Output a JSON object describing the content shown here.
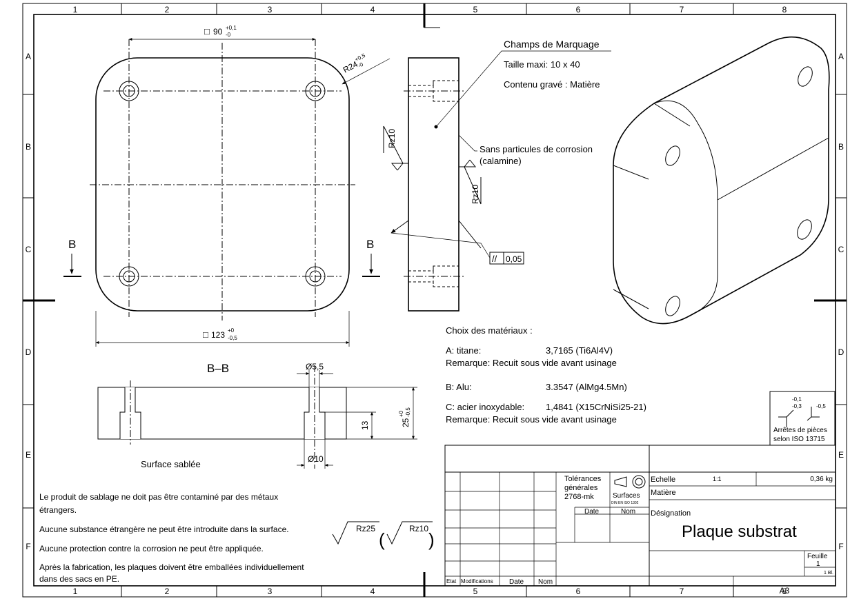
{
  "frame": {
    "col_labels": [
      "1",
      "2",
      "3",
      "4",
      "5",
      "6",
      "7",
      "8"
    ],
    "row_labels": [
      "A",
      "B",
      "C",
      "D",
      "E",
      "F"
    ]
  },
  "top_view": {
    "dim_top_box": "□",
    "dim_top_value": "90",
    "dim_top_tol_plus": "+0,1",
    "dim_top_tol_minus": "-0",
    "dim_bottom_box": "□",
    "dim_bottom_value": "123",
    "dim_bottom_tol_plus": "+0",
    "dim_bottom_tol_minus": "-0,5",
    "radius_label": "R24",
    "radius_tol_plus": "+0,5",
    "radius_tol_minus": "-0",
    "section_left": "B",
    "section_right": "B"
  },
  "section_view": {
    "title": "B–B",
    "dia_small": "Ø5,5",
    "dia_large": "Ø10",
    "dim_13": "13",
    "dim_25": "25",
    "dim_25_tol_plus": "+0",
    "dim_25_tol_minus": "-0,5",
    "surface_note": "Surface sablée"
  },
  "side_view": {
    "marking_title": "Champs de Marquage",
    "marking_size": "Taille maxi: 10 x 40",
    "marking_content": "Contenu gravé : Matière",
    "rz_left": "Rz10",
    "rz_right": "Rz10",
    "corrosion_line1": "Sans particules de corrosion",
    "corrosion_line2": "(calamine)",
    "parallel_symbol": "//",
    "parallel_value": "0,05"
  },
  "materials": {
    "heading": "Choix des matériaux :",
    "a_label": "A: titane:",
    "a_value": "3,7165 (Ti6Al4V)",
    "a_note": "Remarque: Recuit sous vide avant usinage",
    "b_label": "B: Alu:",
    "b_value": "3.3547 (AlMg4.5Mn)",
    "c_label": "C: acier inoxydable:",
    "c_value": "1,4841 (X15CrNiSi25-21)",
    "c_note": "Remarque: Recuit sous vide avant usinage"
  },
  "edges_box": {
    "v1_plus": "-0,1",
    "v1_minus": "-0,3",
    "v2": "-0,5",
    "line1": "Arrêtes de pièces",
    "line2": "selon ISO 13715"
  },
  "notes": [
    "Le produit de sablage ne doit pas être contaminé par des métaux",
    "étrangers.",
    "Aucune substance étrangère ne peut être introduite dans la surface.",
    "Aucune protection contre la corrosion ne peut être appliquée.",
    "Après la fabrication, les plaques doivent être emballées individuellement",
    "dans des sacs en PE."
  ],
  "roughness": {
    "main": "Rz25",
    "secondary": "Rz10"
  },
  "title_block": {
    "tolerances_1": "Tolérances",
    "tolerances_2": "générales",
    "tolerances_3": "2768-mk",
    "surfaces": "Surfaces",
    "surfaces_std": "DIN EN ISO 1302",
    "date_label": "Date",
    "nom_label": "Nom",
    "etat_label": "Etat",
    "modifications_label": "Modifications",
    "date2_label": "Date",
    "nom2_label": "Nom",
    "echelle_label": "Echelle",
    "echelle_value": "1:1",
    "mass": "0,36 kg",
    "matiere_label": "Matière",
    "designation_label": "Désignation",
    "designation_value": "Plaque substrat",
    "feuille_label": "Feuille",
    "feuille_value": "1",
    "feuille_total": "1 Bl.",
    "format": "A3"
  }
}
